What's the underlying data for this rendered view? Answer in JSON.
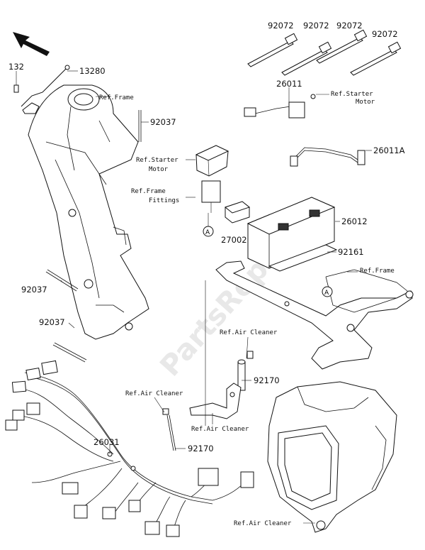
{
  "watermark": "PartsRepublik",
  "callout_letter": "A",
  "part_numbers": {
    "p92072_1": "92072",
    "p92072_2": "92072",
    "p92072_3": "92072",
    "p92072_4": "92072",
    "p132": "132",
    "p13280": "13280",
    "p26011": "26011",
    "p92037_top": "92037",
    "p26011A": "26011A",
    "p26012": "26012",
    "p27002": "27002",
    "p92161": "92161",
    "p92037_mid": "92037",
    "p92037_low": "92037",
    "p92170_right": "92170",
    "p92170_low": "92170",
    "p26031": "26031"
  },
  "ref_labels": {
    "ref_frame_top": "Ref.Frame",
    "ref_starter_motor_top_1": "Ref.Starter",
    "ref_starter_motor_top_2": "Motor",
    "ref_starter_motor_mid_1": "Ref.Starter",
    "ref_starter_motor_mid_2": "Motor",
    "ref_frame_fittings_1": "Ref.Frame",
    "ref_frame_fittings_2": "Fittings",
    "ref_frame_right": "Ref.Frame",
    "ref_air_cleaner_1": "Ref.Air Cleaner",
    "ref_air_cleaner_2": "Ref.Air Cleaner",
    "ref_air_cleaner_3": "Ref.Air Cleaner",
    "ref_air_cleaner_4": "Ref.Air Cleaner"
  }
}
